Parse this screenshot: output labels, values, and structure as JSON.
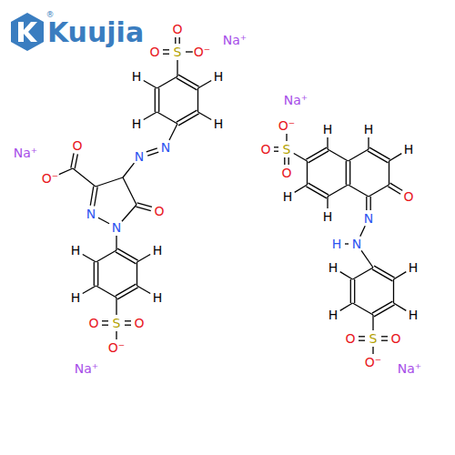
{
  "diagram": {
    "labels": [
      "Kuujia",
      "®",
      "O",
      "O⁻",
      "Na⁺",
      "O",
      "S",
      "H",
      "H",
      "H",
      "H",
      "N",
      "N",
      "Na⁺",
      "O",
      "O⁻",
      "O",
      "N",
      "N",
      "H",
      "H",
      "H",
      "H",
      "O",
      "S",
      "O",
      "O⁻",
      "Na⁺",
      "Na⁺",
      "O⁻",
      "H",
      "H",
      "O",
      "S",
      "H",
      "O",
      "O",
      "H",
      "H",
      "N",
      "H",
      "N",
      "H",
      "H",
      "H",
      "H",
      "O",
      "S",
      "O",
      "O⁻",
      "Na⁺"
    ]
  }
}
